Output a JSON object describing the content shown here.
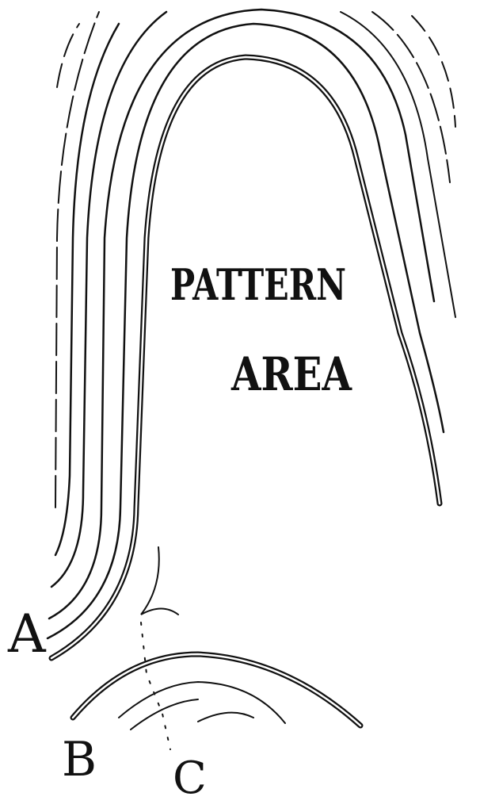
{
  "diagram": {
    "title_line1": "PATTERN",
    "title_line2": "AREA",
    "label_a": "A",
    "label_b": "B",
    "label_c": "C",
    "ink_color": "#111111",
    "background": "#ffffff"
  }
}
